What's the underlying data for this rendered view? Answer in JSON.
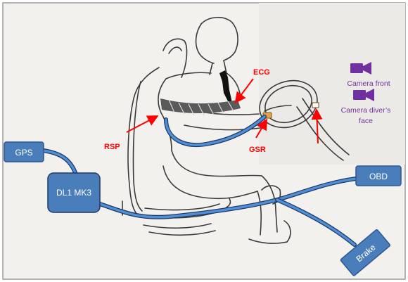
{
  "diagram": {
    "devices": {
      "gps": "GPS",
      "logger": "DL1 MK3",
      "obd": "OBD",
      "brake": "Brake"
    },
    "sensors": {
      "ecg": "ECG",
      "rsp": "RSP",
      "gsr": "GSR"
    },
    "cameras": {
      "front": "Camera front",
      "face_line1": "Camera diver’s",
      "face_line2": "face"
    }
  },
  "colors": {
    "box_fill": "#4a7ebb",
    "box_stroke": "#2f5597",
    "cable": "#4f8fd6",
    "cable_outline": "#1f3864",
    "sensor_arrow": "#ff0000",
    "camera": "#7030a0",
    "sketch": "#3a3a3a",
    "paper": "#f3f1ee"
  },
  "icons": [
    "camera-icon",
    "camera-icon"
  ]
}
